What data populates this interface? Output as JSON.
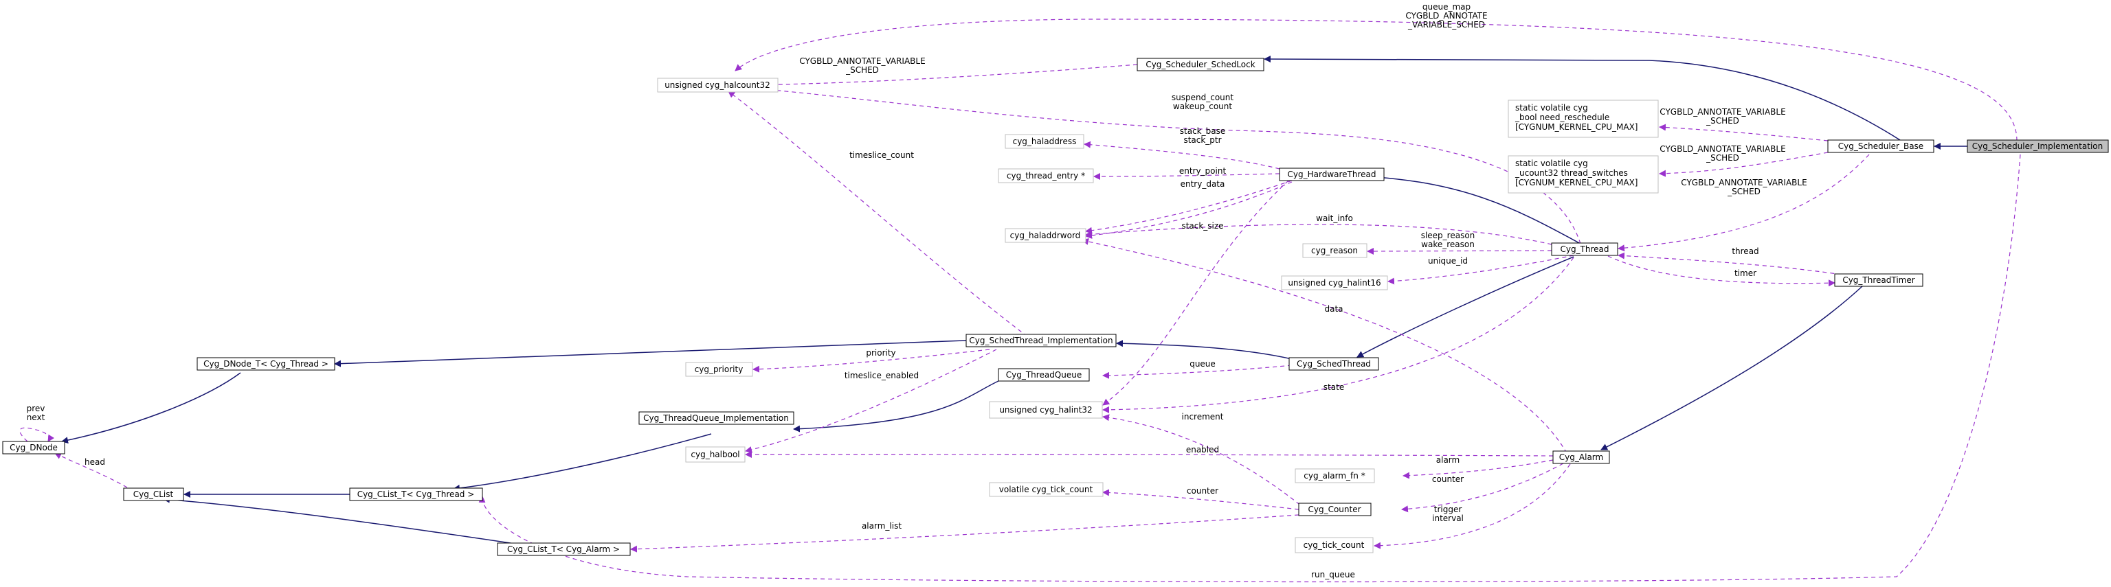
{
  "classes": {
    "scheduler_impl": "Cyg_Scheduler_Implementation",
    "scheduler_base": "Cyg_Scheduler_Base",
    "schedlock": "Cyg_Scheduler_SchedLock",
    "halcount32": "unsigned cyg_halcount32",
    "need_reschedule": [
      "static volatile cyg",
      "_bool need_reschedule",
      "[CYGNUM_KERNEL_CPU_MAX]"
    ],
    "thread_switches": [
      "static volatile cyg",
      "_ucount32 thread_switches",
      "[CYGNUM_KERNEL_CPU_MAX]"
    ],
    "haladdress": "cyg_haladdress",
    "thread_entry": "cyg_thread_entry *",
    "hardware_thread": "Cyg_HardwareThread",
    "haladdrword": "cyg_haladdrword",
    "reason": "cyg_reason",
    "thread": "Cyg_Thread",
    "halint16": "unsigned cyg_halint16",
    "thread_timer": "Cyg_ThreadTimer",
    "dnode_t": "Cyg_DNode_T< Cyg_Thread >",
    "schedthread_impl": "Cyg_SchedThread_Implementation",
    "priority_type": "cyg_priority",
    "sched_thread": "Cyg_SchedThread",
    "thread_queue": "Cyg_ThreadQueue",
    "dnode": "Cyg_DNode",
    "threadqueue_impl": "Cyg_ThreadQueue_Implementation",
    "halint32": "unsigned cyg_halint32",
    "halbool": "cyg_halbool",
    "alarm": "Cyg_Alarm",
    "alarm_fn": "cyg_alarm_fn *",
    "clist": "Cyg_CList",
    "clist_thread": "Cyg_CList_T< Cyg_Thread >",
    "tick_count_volatile": "volatile cyg_tick_count",
    "counter": "Cyg_Counter",
    "tick_count": "cyg_tick_count",
    "clist_alarm": "Cyg_CList_T< Cyg_Alarm >"
  },
  "edge_labels": {
    "queue_map": [
      "queue_map",
      "CYGBLD_ANNOTATE",
      "_VARIABLE_SCHED"
    ],
    "schedlock_var": [
      "CYGBLD_ANNOTATE_VARIABLE",
      "_SCHED"
    ],
    "need_resched_var": [
      "CYGBLD_ANNOTATE_VARIABLE",
      "_SCHED"
    ],
    "thread_switches_var": [
      "CYGBLD_ANNOTATE_VARIABLE",
      "_SCHED"
    ],
    "current_thread_var": [
      "CYGBLD_ANNOTATE_VARIABLE",
      "_SCHED"
    ],
    "suspend_wakeup": [
      "suspend_count",
      "wakeup_count"
    ],
    "timeslice_count": "timeslice_count",
    "stack_base_ptr": [
      "stack_base",
      "stack_ptr"
    ],
    "entry_point": "entry_point",
    "entry_data": "entry_data",
    "wait_info": "wait_info",
    "stack_size": "stack_size",
    "sleep_wake_reason": [
      "sleep_reason",
      "wake_reason"
    ],
    "unique_id": "unique_id",
    "thread_ref": "thread",
    "timer": "timer",
    "data": "data",
    "priority": "priority",
    "queue": "queue",
    "timeslice_enabled": "timeslice_enabled",
    "state": "state",
    "prev_next": [
      "prev",
      "next"
    ],
    "increment": "increment",
    "head": "head",
    "enabled": "enabled",
    "alarm_ref": "alarm",
    "counter_ref": "counter",
    "counter_field": "counter",
    "alarm_list": "alarm_list",
    "trigger_interval": [
      "trigger",
      "interval"
    ],
    "run_queue": "run_queue"
  },
  "colors": {
    "inheritance_edge": "#191970",
    "usage_edge": "#9a32cd",
    "class_border": "#000000",
    "type_border": "#bfbfbf",
    "selected_fill": "#bfbfbf"
  }
}
